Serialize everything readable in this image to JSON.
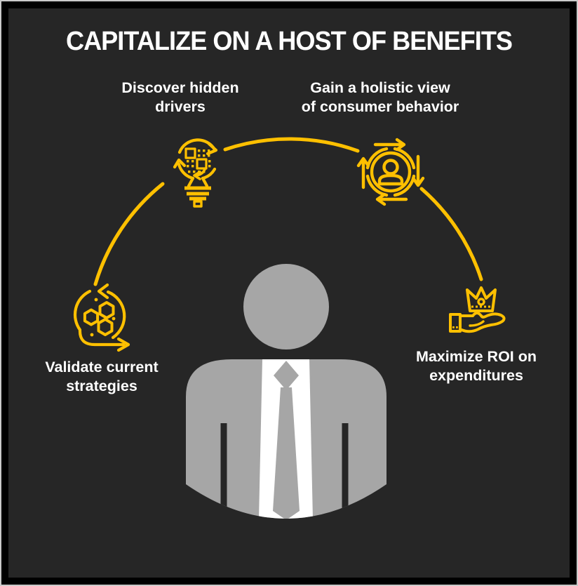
{
  "title": "CAPITALIZE ON A HOST OF BENEFITS",
  "benefits": [
    {
      "id": "discover-hidden-drivers",
      "line1": "Discover hidden",
      "line2": "drivers",
      "icon": "lightbulb-qr-icon"
    },
    {
      "id": "holistic-view",
      "line1": "Gain a holistic view",
      "line2": "of consumer behavior",
      "icon": "person-360-arrows-icon"
    },
    {
      "id": "validate-strategies",
      "line1": "Validate current",
      "line2": "strategies",
      "icon": "sprint-hexagons-icon"
    },
    {
      "id": "maximize-roi",
      "line1": "Maximize ROI on",
      "line2": "expenditures",
      "icon": "crown-on-hand-icon"
    }
  ],
  "figure": {
    "description": "businessman silhouette with shirt and tie"
  },
  "colors": {
    "accent": "#FFC000",
    "background": "#262626",
    "frame": "#000000",
    "outer_border": "#C9C9C9",
    "text": "#FFFFFF",
    "figure_gray": "#A6A6A6",
    "figure_shirt": "#FFFFFF"
  }
}
